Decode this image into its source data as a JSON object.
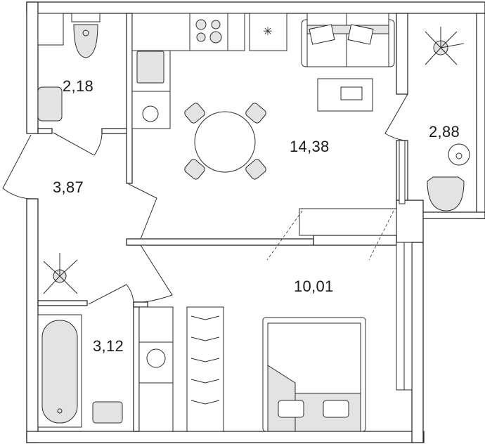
{
  "rooms": [
    {
      "id": "bathroom-wc",
      "area": "2,18"
    },
    {
      "id": "living-kitchen",
      "area": "14,38"
    },
    {
      "id": "balcony",
      "area": "2,88"
    },
    {
      "id": "hallway",
      "area": "3,87"
    },
    {
      "id": "bedroom",
      "area": "10,01"
    },
    {
      "id": "bathroom",
      "area": "3,12"
    }
  ],
  "colors": {
    "wall": "#2b2b2b",
    "fixture_fill": "#e3e3e3"
  }
}
